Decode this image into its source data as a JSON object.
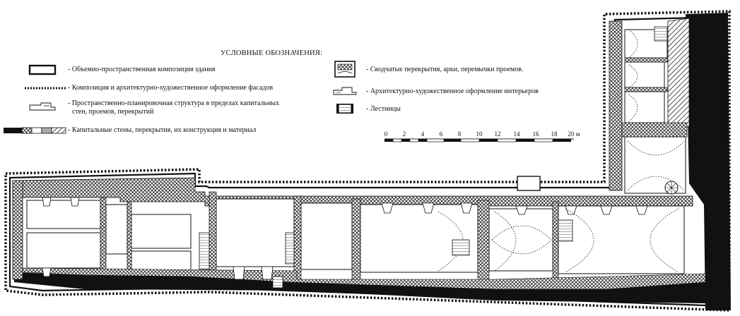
{
  "legend": {
    "title": "УСЛОВНЫЕ ОБОЗНАЧЕНИЯ:",
    "items": [
      {
        "key": "volume",
        "text": "- Объемно-пространственная композиция здания"
      },
      {
        "key": "facade",
        "text": "- Композиция и архитектурно-художественное оформление фасадов"
      },
      {
        "key": "planning_1",
        "text": "- Пространственно-планировочная структура  в пределах капитальных"
      },
      {
        "key": "planning_2",
        "text": "стен,  проемов,  перекрытий"
      },
      {
        "key": "walls",
        "text": "- Капитальные стены, перекрытия, их конструкция и материал"
      },
      {
        "key": "vaults",
        "text": "- Сводчатые перекрытия, арки, перемычки проемов."
      },
      {
        "key": "interiors",
        "text": "- Архитектурно-художественное оформление интерьеров"
      },
      {
        "key": "stairs",
        "text": "- Лестницы"
      }
    ]
  },
  "scale": {
    "ticks": [
      "0",
      "2",
      "4",
      "6",
      "8",
      "10",
      "12",
      "14",
      "16",
      "18",
      "20 м"
    ]
  },
  "colors": {
    "ink": "#111111",
    "wall_dark": "#1a1a1a",
    "hatch": "#333333",
    "background": "#ffffff"
  }
}
